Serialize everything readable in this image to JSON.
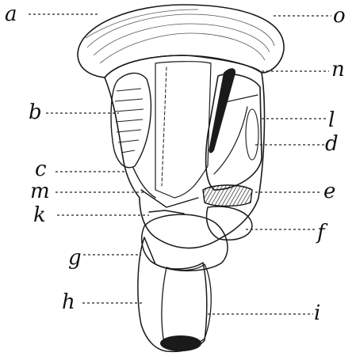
{
  "figure": {
    "labels": {
      "a": "a",
      "o": "o",
      "n": "n",
      "b": "b",
      "l": "l",
      "d": "d",
      "c": "c",
      "m": "m",
      "e": "e",
      "k": "k",
      "f": "f",
      "g": "g",
      "h": "h",
      "i": "i"
    }
  }
}
